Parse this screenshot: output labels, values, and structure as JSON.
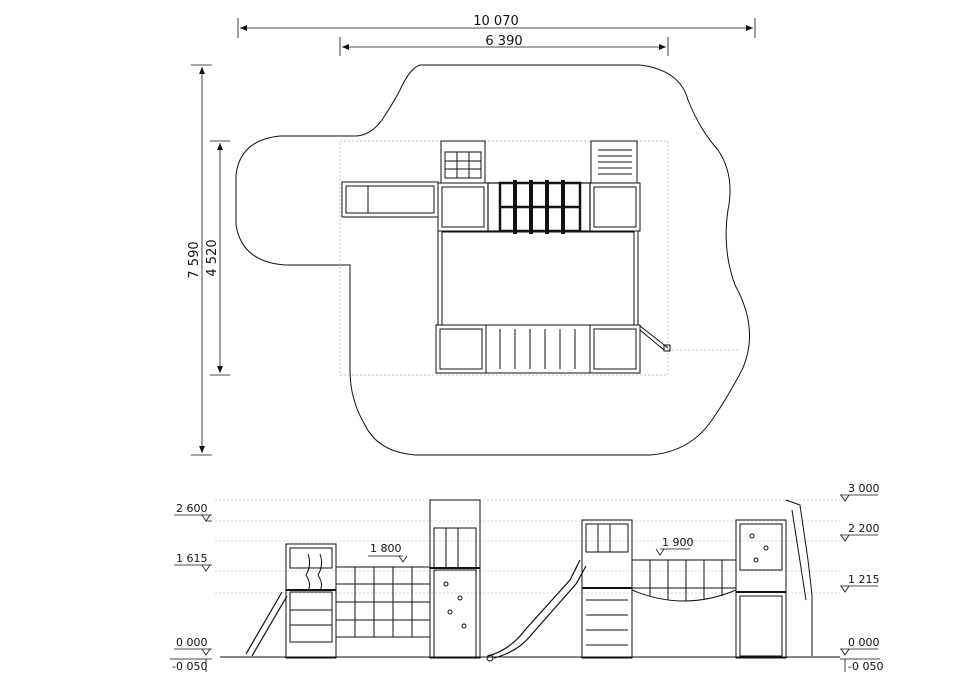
{
  "plan": {
    "overall_width": "10 070",
    "structure_width": "6 390",
    "overall_depth": "7 590",
    "structure_depth": "4 520"
  },
  "elevation_left": {
    "levels": [
      "2 600",
      "1 615",
      "0 000",
      "-0 050"
    ],
    "span": "1 800"
  },
  "elevation_right": {
    "levels": [
      "3 000",
      "2 200",
      "1 215",
      "0 000",
      "-0 050"
    ],
    "span": "1 900"
  },
  "colors": {
    "line": "#111111",
    "guide": "#9a9a9a",
    "dotted": "#b5b5b5"
  }
}
